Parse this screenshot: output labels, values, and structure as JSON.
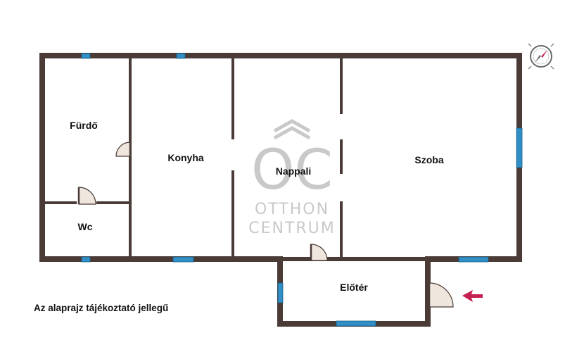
{
  "rooms": {
    "furdo": "Fürdő",
    "konyha": "Konyha",
    "nappali": "Nappali",
    "szoba": "Szoba",
    "wc": "Wc",
    "eloter": "Előtér"
  },
  "watermark": {
    "logo_letters": "OC",
    "line1": "OTTHON",
    "line2": "CENTRUM"
  },
  "note": "Az alaprajz tájékoztató jellegű",
  "colors": {
    "wall": "#4a3b36",
    "window": "#2f8fc6",
    "door_fill": "#efe6dd",
    "watermark": "#c9c9c9",
    "entrance_arrow": "#c5204f"
  },
  "icons": {
    "compass": "compass-icon",
    "entrance": "entrance-arrow-icon"
  }
}
